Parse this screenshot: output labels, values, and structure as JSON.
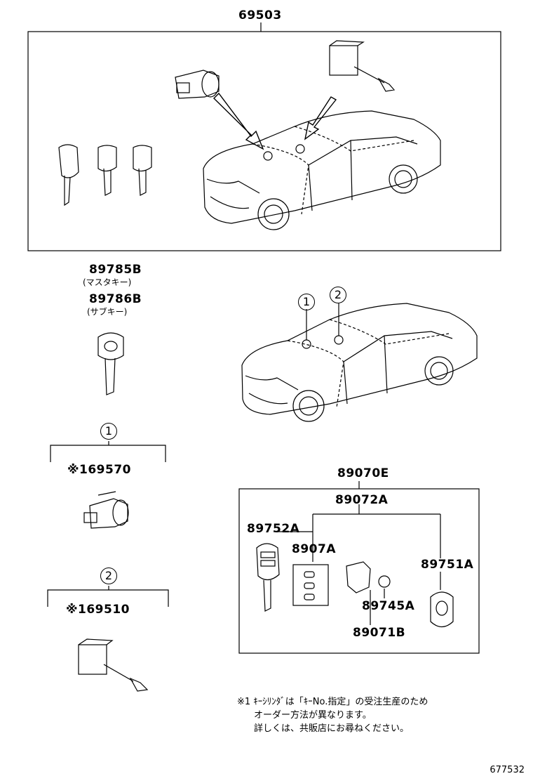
{
  "parts": {
    "top_assembly": "69503",
    "master_key": "89785B",
    "master_key_note": "(マスタキー)",
    "sub_key": "89786B",
    "sub_key_note": "(サブキー)",
    "cylinder_1": "※169570",
    "cylinder_2": "※169510",
    "transmitter_set": "89070E",
    "transmitter_sub": "89072A",
    "key_with_transmitter": "89752A",
    "key_plates": "8907A",
    "battery": "89745A",
    "transmitter_case": "89071B",
    "fob": "89751A"
  },
  "callouts": {
    "one": "1",
    "two": "2"
  },
  "note": {
    "line1": "※1 ｷｰｼﾘﾝﾀﾞは「ｷｰNo.指定」の受注生産のため",
    "line2": "オーダー方法が異なります。",
    "line3": "詳しくは、共販店にお尋ねください。"
  },
  "figure_id": "677532"
}
